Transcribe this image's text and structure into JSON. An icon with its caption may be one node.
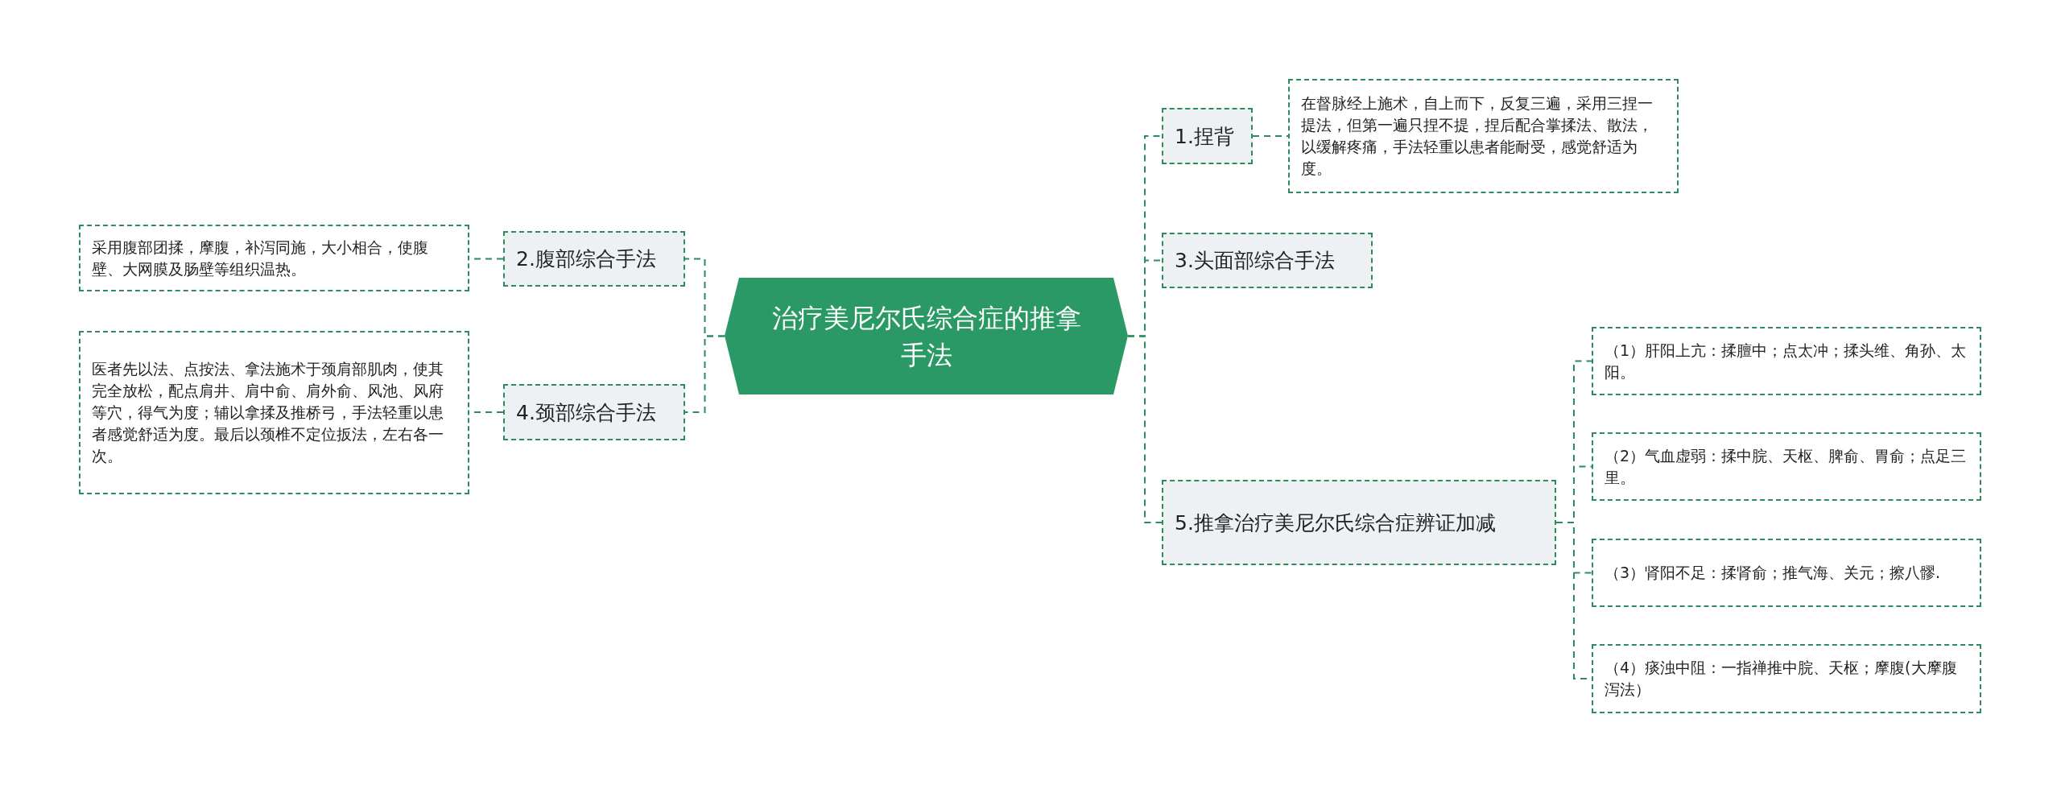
{
  "diagram": {
    "nodes": [
      {
        "text": [
          "治疗美尼尔氏综合症的推拿手法"
        ]
      },
      {
        "text": [
          "1.捏背"
        ]
      },
      {
        "text": [
          "在督脉经上施术，自上而下，反复三遍，采用三捏一提法，但第一遍只捏不提，捏后配合掌揉法、散法，以缓解疼痛，手法轻重以患者能耐受，感觉舒适为度。"
        ]
      },
      {
        "text": [
          "2.腹部综合手法"
        ]
      },
      {
        "text": [
          "采用腹部团揉，摩腹，补泻同施，大小相合，使腹壁、大网膜及肠壁等组织温热。"
        ]
      },
      {
        "text": [
          "3.头面部综合手法"
        ]
      },
      {
        "text": [
          "4.颈部综合手法"
        ]
      },
      {
        "text": [
          "医者先以法、点按法、拿法施术于颈肩部肌肉，使其完全放松，配点肩井、肩中俞、肩外俞、风池、风府等穴，得气为度；辅以拿揉及推桥弓，手法轻重以患者感觉舒适为度。最后以颈椎不定位扳法，左右各一次。"
        ]
      },
      {
        "text": [
          "5.推拿治疗美尼尔氏综合症辨证加减"
        ]
      },
      {
        "text": [
          "（1）肝阳上亢：揉膻中；点太冲；揉头维、角孙、太阳。"
        ]
      },
      {
        "text": [
          "（2）气血虚弱：揉中脘、天枢、脾俞、胃俞；点足三里。"
        ]
      },
      {
        "text": [
          "（3）肾阳不足：揉肾俞；推气海、关元；擦八髎."
        ]
      },
      {
        "text": [
          "（4）痰浊中阻：一指禅推中脘、天枢；摩腹(大摩腹泻法）"
        ]
      }
    ],
    "edges": [
      {
        "from": 0,
        "to": 1,
        "arrow": "none"
      },
      {
        "from": 0,
        "to": 3,
        "arrow": "none"
      },
      {
        "from": 0,
        "to": 5,
        "arrow": "none"
      },
      {
        "from": 0,
        "to": 6,
        "arrow": "none"
      },
      {
        "from": 0,
        "to": 8,
        "arrow": "none"
      },
      {
        "from": 1,
        "to": 2,
        "arrow": "none"
      },
      {
        "from": 3,
        "to": 4,
        "arrow": "none"
      },
      {
        "from": 6,
        "to": 7,
        "arrow": "none"
      },
      {
        "from": 8,
        "to": 9,
        "arrow": "none"
      },
      {
        "from": 8,
        "to": 10,
        "arrow": "none"
      },
      {
        "from": 8,
        "to": 11,
        "arrow": "none"
      },
      {
        "from": 8,
        "to": 12,
        "arrow": "none"
      }
    ]
  }
}
